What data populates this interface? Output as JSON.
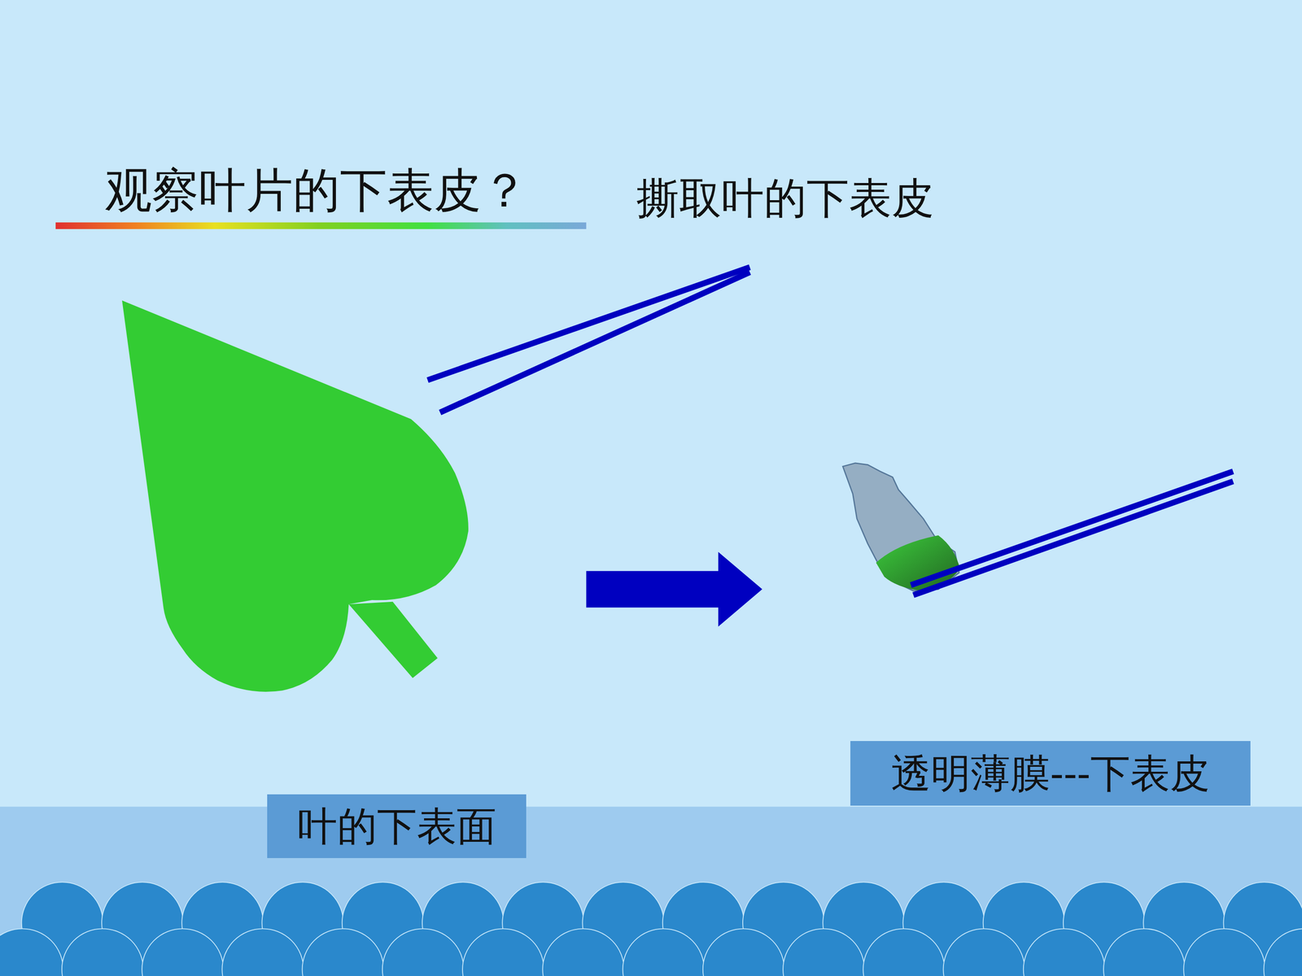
{
  "diagram": {
    "title": "观察叶片的下表皮？",
    "nodes": [
      {
        "text": [
          "叶的下表面"
        ]
      },
      {
        "text": [
          "透明薄膜---下表皮"
        ]
      }
    ],
    "labels": [
      "撕取叶的下表皮"
    ]
  }
}
